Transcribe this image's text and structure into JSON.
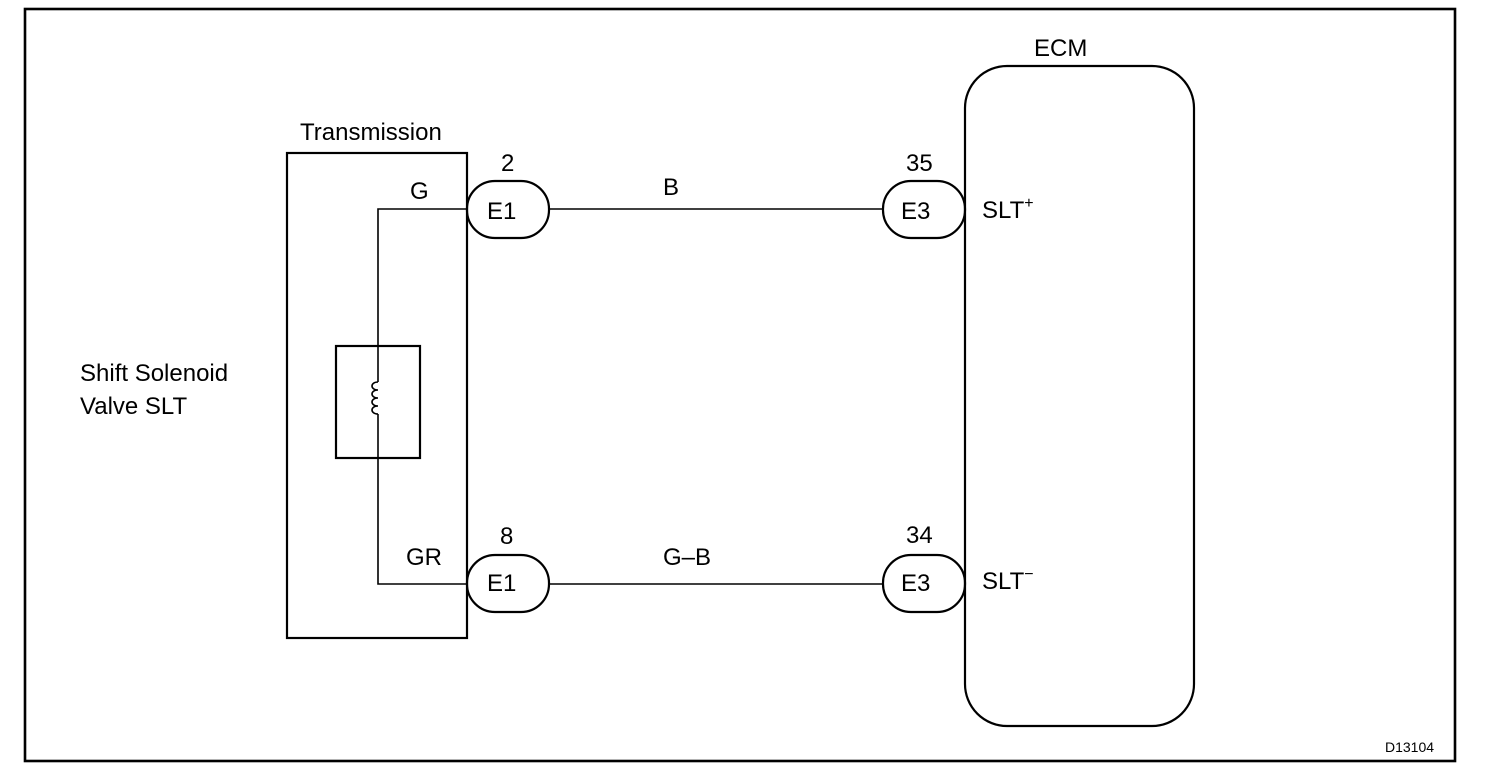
{
  "diagram": {
    "transmission_label": "Transmission",
    "ecm_label": "ECM",
    "solenoid_label_line1": "Shift Solenoid",
    "solenoid_label_line2": "Valve SLT",
    "drawing_code": "D13104"
  },
  "top_circuit": {
    "trans_wire_color": "G",
    "e1_pin": "2",
    "e1_connector": "E1",
    "harness_color": "B",
    "e3_pin": "35",
    "e3_connector": "E3",
    "ecm_terminal": "SLT",
    "ecm_terminal_sign": "+"
  },
  "bottom_circuit": {
    "trans_wire_color": "GR",
    "e1_pin": "8",
    "e1_connector": "E1",
    "harness_color": "G–B",
    "e3_pin": "34",
    "e3_connector": "E3",
    "ecm_terminal": "SLT",
    "ecm_terminal_sign": "−"
  },
  "icons": {
    "solenoid_coil": "coil-icon"
  }
}
